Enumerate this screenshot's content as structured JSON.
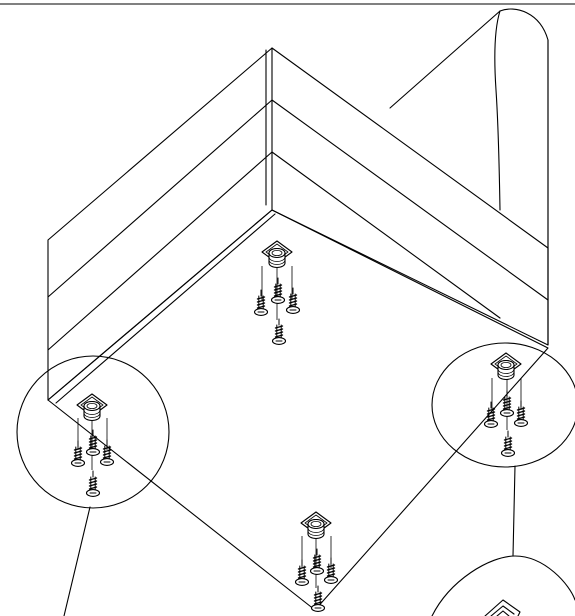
{
  "figure": {
    "subject": "sofa-base-leg-mount-assembly",
    "components": [
      "sofa-section",
      "leg-mount-plate",
      "mounting-screw"
    ],
    "mounts": 4,
    "screws_per_mount": 4,
    "detail_callouts": 2,
    "colors": {
      "line": "#000000",
      "background": "#ffffff"
    }
  }
}
